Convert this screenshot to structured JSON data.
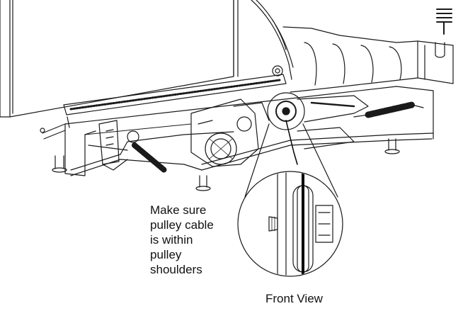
{
  "callout": {
    "lines": [
      "Make sure",
      "pulley cable",
      "is within",
      "pulley",
      "shoulders"
    ]
  },
  "caption": "Front View",
  "colors": {
    "line": "#1a1a1a",
    "background": "#ffffff",
    "cable": "#000000"
  }
}
